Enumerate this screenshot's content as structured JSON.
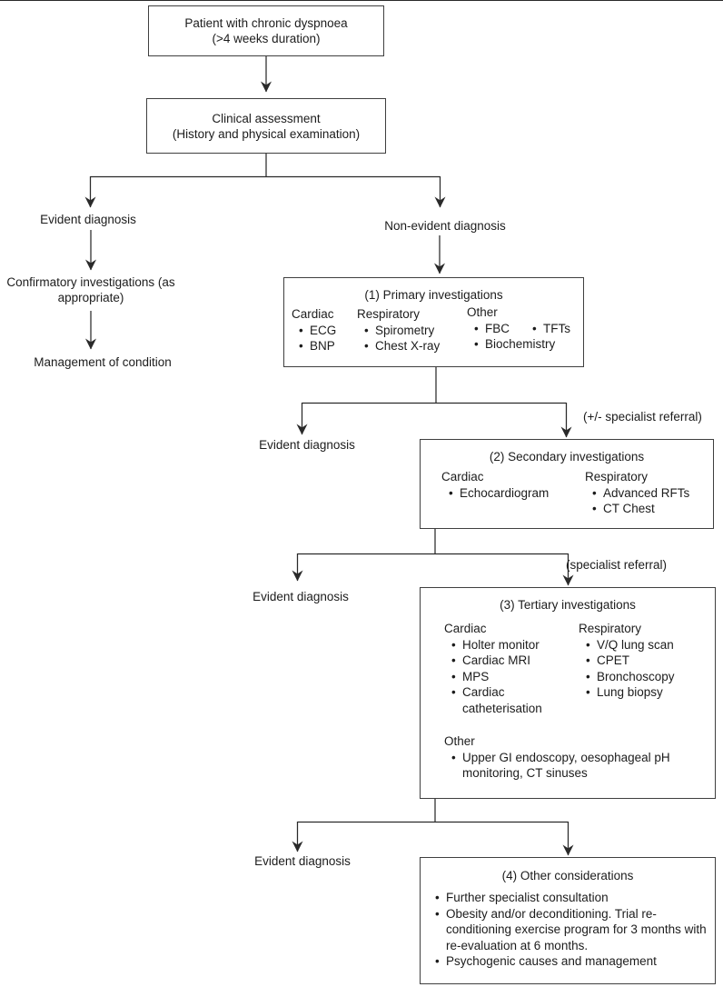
{
  "colors": {
    "ink": "#2a2a2a",
    "box_border": "#3f3f3f",
    "text": "#1c1c1c",
    "background": "#ffffff"
  },
  "nodes": {
    "patient": {
      "lines": [
        "Patient with chronic dyspnoea",
        "(>4 weeks duration)"
      ]
    },
    "clinical": {
      "lines": [
        "Clinical assessment",
        "(History and physical examination)"
      ]
    },
    "evident1": "Evident diagnosis",
    "non_evident": "Non-evident diagnosis",
    "confirmatory": "Confirmatory investigations (as appropriate)",
    "management": "Management of condition",
    "primary": {
      "title": "(1) Primary investigations",
      "cardiac": {
        "header": "Cardiac",
        "items": [
          "ECG",
          "BNP"
        ]
      },
      "respiratory": {
        "header": "Respiratory",
        "items": [
          "Spirometry",
          "Chest X-ray"
        ]
      },
      "other": {
        "header": "Other",
        "items": [
          "FBC",
          "TFTs",
          "Biochemistry"
        ]
      }
    },
    "evident2": "Evident diagnosis",
    "referral_note2": "(+/- specialist referral)",
    "secondary": {
      "title": "(2) Secondary investigations",
      "cardiac": {
        "header": "Cardiac",
        "items": [
          "Echocardiogram"
        ]
      },
      "respiratory": {
        "header": "Respiratory",
        "items": [
          "Advanced RFTs",
          "CT Chest"
        ]
      }
    },
    "evident3": "Evident diagnosis",
    "referral_note3": "(specialist referral)",
    "tertiary": {
      "title": "(3) Tertiary investigations",
      "cardiac": {
        "header": "Cardiac",
        "items": [
          "Holter monitor",
          "Cardiac MRI",
          "MPS",
          "Cardiac catheterisation"
        ]
      },
      "respiratory": {
        "header": "Respiratory",
        "items": [
          "V/Q lung scan",
          "CPET",
          "Bronchoscopy",
          "Lung biopsy"
        ]
      },
      "other": {
        "header": "Other",
        "items": [
          "Upper GI endoscopy, oesophageal pH monitoring, CT sinuses"
        ]
      }
    },
    "evident4": "Evident diagnosis",
    "considerations": {
      "title": "(4) Other considerations",
      "items": [
        "Further specialist consultation",
        "Obesity and/or deconditioning. Trial re-conditioning exercise program for 3 months with re-evaluation at 6 months.",
        "Psychogenic causes and management"
      ]
    }
  }
}
